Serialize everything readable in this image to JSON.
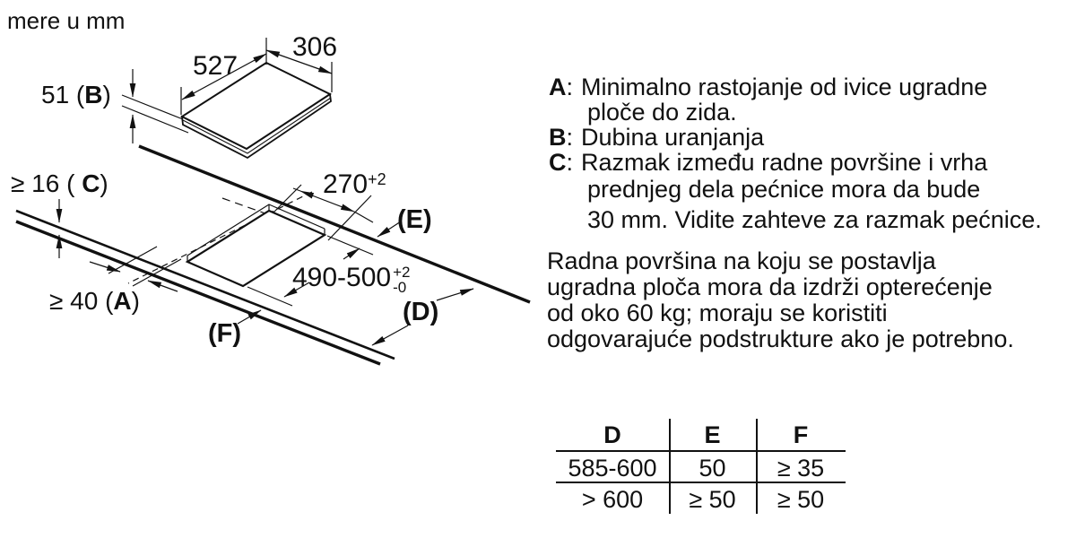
{
  "units_note": "mere u mm",
  "hob": {
    "width": "527",
    "depth": "306",
    "immersion": {
      "pre": "51 (",
      "letter": "B",
      "post": ")"
    }
  },
  "counter": {
    "thickness": {
      "pre": "≥ 16 ( ",
      "letter": "C",
      "post": ")"
    },
    "edge_gap": {
      "pre": "≥ 40 (",
      "letter": "A",
      "post": ")"
    },
    "cutout_width": {
      "base": "270",
      "sup": "+2"
    },
    "cutout_depth": {
      "base": "490-500",
      "sup": "+2",
      "sub": "-0"
    },
    "label_e": "(E)",
    "label_d": "(D)",
    "label_f": "(F)"
  },
  "definitions": [
    {
      "term": "A",
      "sep": ":",
      "lines": [
        "Minimalno rastojanje od ivice ugradne",
        "ploče do zida."
      ]
    },
    {
      "term": "B",
      "sep": ":",
      "lines": [
        "Dubina uranjanja"
      ]
    },
    {
      "term": "C",
      "sep": ":",
      "lines": [
        "Razmak između radne površine i vrha",
        "prednjeg dela pećnice mora da bude",
        "30 mm. Vidite zahteve za razmak pećnice."
      ]
    }
  ],
  "paragraph": [
    "Radna površina na koju se postavlja",
    "ugradna ploča mora da izdrži opterećenje",
    "od oko 60 kg; moraju se koristiti",
    "odgovarajuće podstrukture ako je potrebno."
  ],
  "table": {
    "headers": [
      "D",
      "E",
      "F"
    ],
    "rows": [
      [
        "585-600",
        "50",
        "≥ 35"
      ],
      [
        "> 600",
        "≥ 50",
        "≥ 50"
      ]
    ]
  }
}
